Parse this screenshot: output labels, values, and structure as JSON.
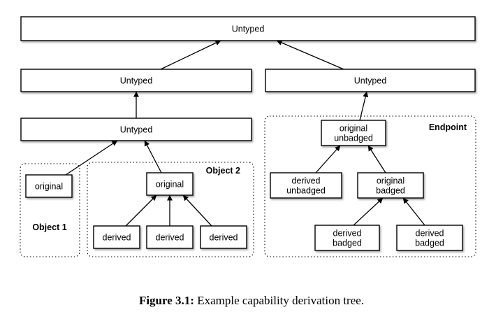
{
  "diagram": {
    "nodes": [
      {
        "id": "root",
        "lines": [
          "Untyped"
        ]
      },
      {
        "id": "mid-left",
        "lines": [
          "Untyped"
        ]
      },
      {
        "id": "mid-right",
        "lines": [
          "Untyped"
        ]
      },
      {
        "id": "left-untyped",
        "lines": [
          "Untyped"
        ]
      },
      {
        "id": "obj1-original",
        "lines": [
          "original"
        ]
      },
      {
        "id": "obj2-original",
        "lines": [
          "original"
        ]
      },
      {
        "id": "obj2-derived-1",
        "lines": [
          "derived"
        ]
      },
      {
        "id": "obj2-derived-2",
        "lines": [
          "derived"
        ]
      },
      {
        "id": "obj2-derived-3",
        "lines": [
          "derived"
        ]
      },
      {
        "id": "ep-orig-unbadged",
        "lines": [
          "original",
          "unbadged"
        ]
      },
      {
        "id": "ep-derived-unbadged",
        "lines": [
          "derived",
          "unbadged"
        ]
      },
      {
        "id": "ep-orig-badged",
        "lines": [
          "original",
          "badged"
        ]
      },
      {
        "id": "ep-derived-badged-1",
        "lines": [
          "derived",
          "badged"
        ]
      },
      {
        "id": "ep-derived-badged-2",
        "lines": [
          "derived",
          "badged"
        ]
      }
    ],
    "groups": [
      {
        "id": "object-1",
        "label": "Object 1"
      },
      {
        "id": "object-2",
        "label": "Object 2"
      },
      {
        "id": "endpoint",
        "label": "Endpoint"
      }
    ],
    "edges": [
      {
        "from": "mid-left",
        "to": "root"
      },
      {
        "from": "mid-right",
        "to": "root"
      },
      {
        "from": "left-untyped",
        "to": "mid-left"
      },
      {
        "from": "obj1-original",
        "to": "left-untyped"
      },
      {
        "from": "obj2-original",
        "to": "left-untyped"
      },
      {
        "from": "obj2-derived-1",
        "to": "obj2-original"
      },
      {
        "from": "obj2-derived-2",
        "to": "obj2-original"
      },
      {
        "from": "obj2-derived-3",
        "to": "obj2-original"
      },
      {
        "from": "ep-orig-unbadged",
        "to": "mid-right"
      },
      {
        "from": "ep-derived-unbadged",
        "to": "ep-orig-unbadged"
      },
      {
        "from": "ep-orig-badged",
        "to": "ep-orig-unbadged"
      },
      {
        "from": "ep-derived-badged-1",
        "to": "ep-orig-badged"
      },
      {
        "from": "ep-derived-badged-2",
        "to": "ep-orig-badged"
      }
    ]
  },
  "caption": {
    "label": "Figure 3.1:",
    "text": "Example capability derivation tree."
  }
}
